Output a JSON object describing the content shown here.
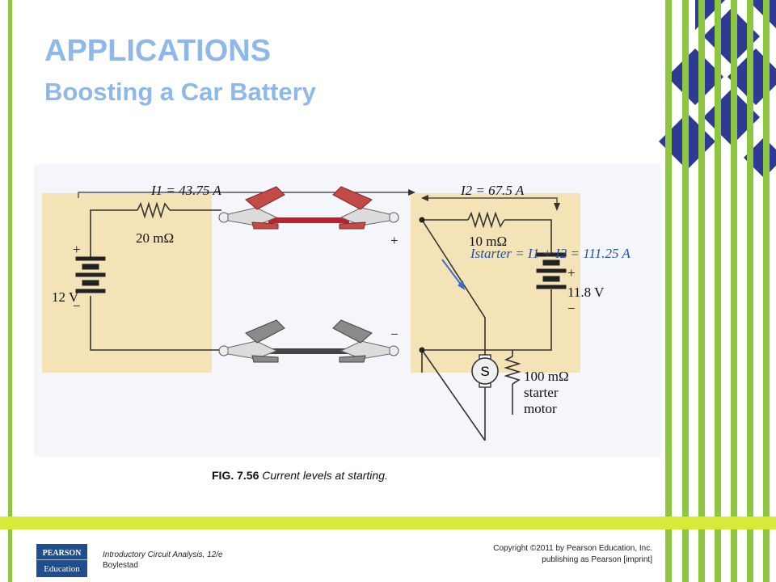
{
  "slide": {
    "title": "APPLICATIONS",
    "subtitle": "Boosting a Car Battery"
  },
  "figure": {
    "caption_number": "FIG. 7.56",
    "caption_text": "Current levels at starting.",
    "labels": {
      "i1": "I1 = 43.75 A",
      "r1": "20 mΩ",
      "v_left": "12 V",
      "i2": "I2 = 67.5 A",
      "r2": "10 mΩ",
      "i_starter": "Istarter = I1 + I2 = 111.25 A",
      "v_right": "11.8 V",
      "motor_symbol": "S",
      "r_starter": "100 mΩ",
      "starter_line1": "starter",
      "starter_line2": "motor",
      "plus": "+",
      "minus": "−"
    }
  },
  "footer": {
    "logo_line1": "PEARSON",
    "logo_line2": "Education",
    "book_title": "Introductory Circuit Analysis, 12/e",
    "book_author": "Boylestad",
    "copyright_line1": "Copyright ©2011 by Pearson Education, Inc.",
    "copyright_line2": "publishing as Pearson [imprint]"
  },
  "colors": {
    "title": "#8fb8ea",
    "accent_green": "#8dc63f",
    "accent_blue": "#2f3a94",
    "panel": "#f3e3b6",
    "clamp_red": "#c44a48",
    "clamp_gray": "#8a8a8a"
  }
}
